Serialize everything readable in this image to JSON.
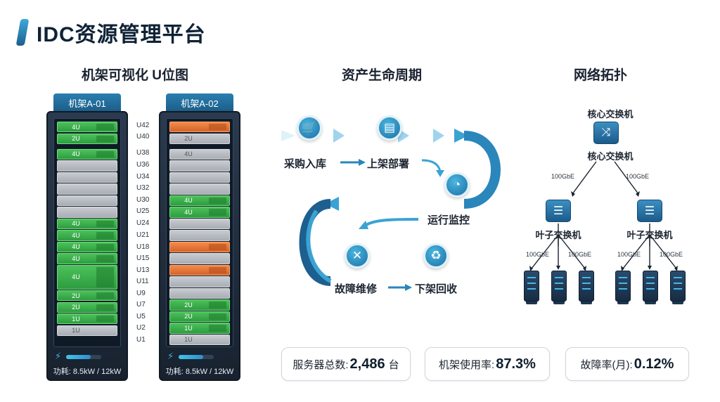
{
  "header": {
    "title": "IDC资源管理平台"
  },
  "sections": {
    "rack_view": "机架可视化 U位图",
    "lifecycle": "资产生命周期",
    "network": "网络拓扑"
  },
  "racks": [
    {
      "name": "机架A-01",
      "power_label": "功耗: 8.5kW / 12kW",
      "power_fraction": 0.708,
      "slots": [
        {
          "label": "4U",
          "status": "green",
          "h": 1
        },
        {
          "label": "2U",
          "status": "green",
          "h": 1
        },
        {
          "label": "",
          "status": "gap",
          "h": 0.35
        },
        {
          "label": "4U",
          "status": "green",
          "h": 1
        },
        {
          "label": "",
          "status": "gray",
          "h": 1
        },
        {
          "label": "",
          "status": "gray",
          "h": 1
        },
        {
          "label": "",
          "status": "gray",
          "h": 1
        },
        {
          "label": "",
          "status": "gray",
          "h": 1
        },
        {
          "label": "",
          "status": "gray",
          "h": 1
        },
        {
          "label": "4U",
          "status": "green",
          "h": 1
        },
        {
          "label": "4U",
          "status": "green",
          "h": 1
        },
        {
          "label": "4U",
          "status": "green",
          "h": 1
        },
        {
          "label": "4U",
          "status": "green",
          "h": 1
        },
        {
          "label": "4U",
          "status": "green",
          "h": 2.2
        },
        {
          "label": "2U",
          "status": "green",
          "h": 1
        },
        {
          "label": "2U",
          "status": "green",
          "h": 1
        },
        {
          "label": "1U",
          "status": "green",
          "h": 1
        },
        {
          "label": "1U",
          "status": "gray",
          "h": 1
        }
      ]
    },
    {
      "name": "机架A-02",
      "power_label": "功耗: 8.5kW / 12kW",
      "power_fraction": 0.708,
      "slots": [
        {
          "label": "",
          "status": "orange",
          "h": 1
        },
        {
          "label": "2U",
          "status": "gray",
          "h": 1
        },
        {
          "label": "",
          "status": "gap",
          "h": 0.35
        },
        {
          "label": "4U",
          "status": "gray",
          "h": 1
        },
        {
          "label": "",
          "status": "gray",
          "h": 1
        },
        {
          "label": "",
          "status": "gray",
          "h": 1
        },
        {
          "label": "",
          "status": "gray",
          "h": 1
        },
        {
          "label": "4U",
          "status": "green",
          "h": 1
        },
        {
          "label": "4U",
          "status": "green",
          "h": 1
        },
        {
          "label": "",
          "status": "gray",
          "h": 1
        },
        {
          "label": "",
          "status": "gray",
          "h": 1
        },
        {
          "label": "",
          "status": "orange",
          "h": 1
        },
        {
          "label": "",
          "status": "gray",
          "h": 1
        },
        {
          "label": "",
          "status": "orange",
          "h": 1
        },
        {
          "label": "",
          "status": "gray",
          "h": 1
        },
        {
          "label": "",
          "status": "gray",
          "h": 1
        },
        {
          "label": "2U",
          "status": "green",
          "h": 1
        },
        {
          "label": "2U",
          "status": "green",
          "h": 1
        },
        {
          "label": "1U",
          "status": "green",
          "h": 1
        },
        {
          "label": "1U",
          "status": "gray",
          "h": 1
        }
      ]
    }
  ],
  "u_labels": [
    "U42",
    "U40",
    "U38",
    "U36",
    "U34",
    "U32",
    "U30",
    "U25",
    "U24",
    "U21",
    "U18",
    "U15",
    "U13",
    "U11",
    "U9",
    "U7",
    "U5",
    "U2",
    "U1"
  ],
  "lifecycle": {
    "steps": [
      "采购入库",
      "上架部署",
      "运行监控",
      "故障维修",
      "下架回收"
    ],
    "icons": [
      "cart-icon",
      "server-stack-icon",
      "gauge-icon",
      "tools-icon",
      "recycle-bin-icon"
    ]
  },
  "network": {
    "core_top_label": "核心交换机",
    "core_label": "核心交换机",
    "leaf_labels": [
      "叶子交换机",
      "叶子交换机"
    ],
    "link_speed": "100GbE"
  },
  "stats": [
    {
      "key": "服务器总数:",
      "value": "2,486",
      "unit": "台"
    },
    {
      "key": "机架使用率:",
      "value": "87.3%",
      "unit": ""
    },
    {
      "key": "故障率(月):",
      "value": "0.12%",
      "unit": ""
    }
  ],
  "colors": {
    "accent": "#1f6f9f",
    "healthy": "#3bb04b",
    "warning": "#e8753a",
    "idle": "#b8bcc2"
  }
}
